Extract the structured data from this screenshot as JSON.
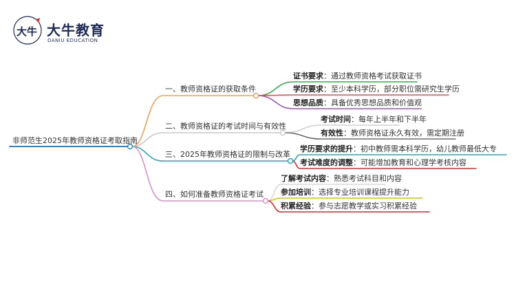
{
  "brand": {
    "name_cn": "大牛教育",
    "name_en": "DANIU EDUCATION",
    "logo_glyph": "大牛",
    "accent": "#d32f2f"
  },
  "root": {
    "label": "非师范生2025年教师资格证考取指南",
    "color": "#2e86c1"
  },
  "branches": [
    {
      "label": "一、教师资格证的获取条件",
      "color": "#f0a05a",
      "children": [
        {
          "key": "证书要求",
          "sep": "：",
          "value": "通过教师资格考试获取证书",
          "color": "#2db34a"
        },
        {
          "key": "学历要求",
          "sep": "：",
          "value": "至少本科学历，部分职位需研究生学历",
          "color": "#e05050"
        },
        {
          "key": "思想品质",
          "sep": "：",
          "value": "具备优秀思想品质和价值观",
          "color": "#9b59b6"
        }
      ]
    },
    {
      "label": "二、教师资格证的考试时间与有效性",
      "color": "#c8c8c8",
      "children": [
        {
          "key": "考试时间",
          "sep": "：",
          "value": "每年上半年和下半年",
          "color": "#cfcfcf"
        },
        {
          "key": "有效性",
          "sep": "：",
          "value": "教师资格证永久有效，需定期注册",
          "color": "#6b6b6b"
        }
      ]
    },
    {
      "label": "三、2025年教师资格证的限制与改革",
      "color": "#2aa5b8",
      "children": [
        {
          "key": "学历要求的提升",
          "sep": "：",
          "value": "初中教师需本科学历，幼儿教师最低大专",
          "color": "#2aa5b8"
        },
        {
          "key": "考试难度的调整",
          "sep": "：",
          "value": "可能增加教育和心理学考核内容",
          "color": "#d62f2f"
        }
      ]
    },
    {
      "label": "四、如何准备教师资格证考试",
      "color": "#e08ec9",
      "children": [
        {
          "key": "了解考试内容",
          "sep": "：",
          "value": "熟悉考试科目和内容",
          "color": "#d8d8d8"
        },
        {
          "key": "参加培训",
          "sep": "：",
          "value": "选择专业培训课程提升能力",
          "color": "#d9c400"
        },
        {
          "key": "积累经验",
          "sep": "：",
          "value": "参与志愿教学或实习积累经验",
          "color": "#d62f2f"
        }
      ]
    }
  ]
}
